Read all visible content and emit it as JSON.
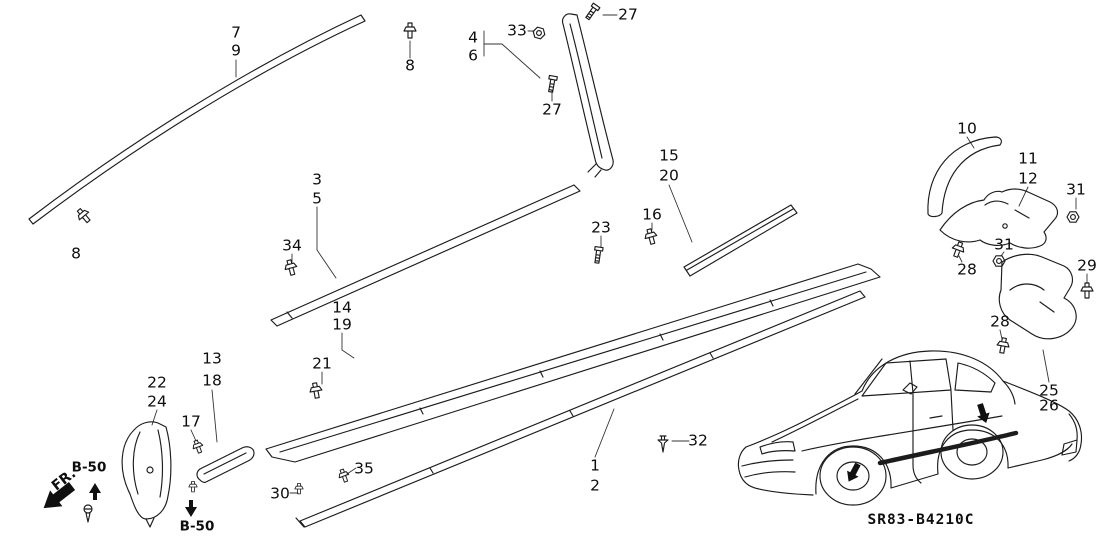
{
  "diagram": {
    "code": "SR83-B4210C",
    "fr_label": "FR.",
    "b50_top": "B-50",
    "b50_bottom": "B-50"
  },
  "labels": {
    "p27a": "27",
    "p7": "7",
    "p9": "9",
    "p8a": "8",
    "p4": "4",
    "p6": "6",
    "p33": "33",
    "p27b": "27",
    "p10": "10",
    "p15": "15",
    "p20": "20",
    "p3": "3",
    "p5": "5",
    "p11": "11",
    "p12": "12",
    "p31a": "31",
    "p34": "34",
    "p16": "16",
    "p23": "23",
    "p8b": "8",
    "p31b": "31",
    "p28a": "28",
    "p29": "29",
    "p14": "14",
    "p19": "19",
    "p28b": "28",
    "p13": "13",
    "p18": "18",
    "p22": "22",
    "p24": "24",
    "p21": "21",
    "p25": "25",
    "p26": "26",
    "p17": "17",
    "p32": "32",
    "p1": "1",
    "p2": "2",
    "p35": "35",
    "p30": "30"
  },
  "icons": {
    "clip": "push-clip-icon",
    "nut": "hex-nut-icon",
    "bolt": "bolt-screw-icon",
    "rivet": "push-rivet-icon",
    "arrow": "direction-arrow-icon"
  }
}
